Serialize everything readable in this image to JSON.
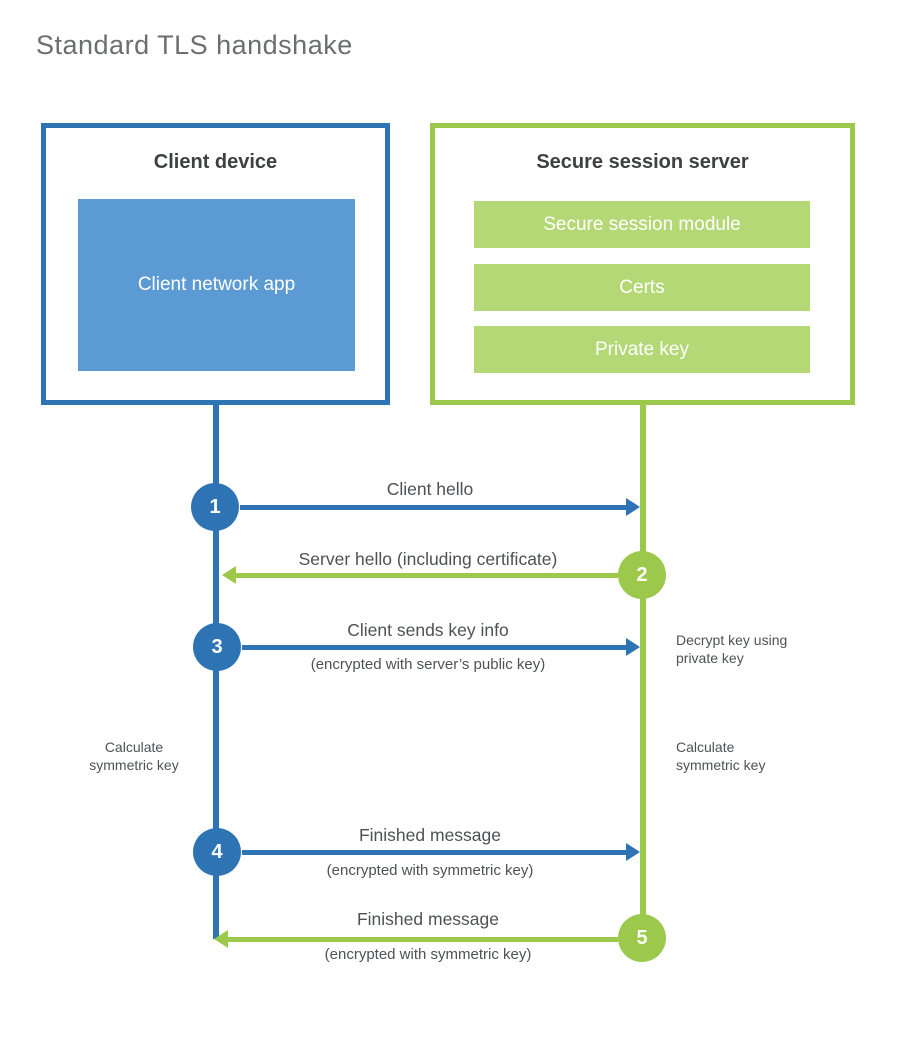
{
  "title": "Standard TLS handshake",
  "colors": {
    "client_accent": "#2e74b5",
    "client_fill": "#5b9ad2",
    "server_accent": "#9cc94c",
    "server_fill": "#b5d876",
    "heading_text": "#3f4041",
    "body_text": "#4f5154",
    "title_text": "#6d6e70"
  },
  "client": {
    "heading": "Client device",
    "app_label": "Client network app"
  },
  "server": {
    "heading": "Secure session server",
    "modules": [
      {
        "label": "Secure session module"
      },
      {
        "label": "Certs"
      },
      {
        "label": "Private key"
      }
    ]
  },
  "steps": [
    {
      "num": "1",
      "from": "client",
      "direction": "right",
      "label": "Client hello",
      "sublabel": ""
    },
    {
      "num": "2",
      "from": "server",
      "direction": "left",
      "label": "Server hello (including certificate)",
      "sublabel": ""
    },
    {
      "num": "3",
      "from": "client",
      "direction": "right",
      "label": "Client sends key info",
      "sublabel": "(encrypted with server’s public key)"
    },
    {
      "num": "4",
      "from": "client",
      "direction": "right",
      "label": "Finished message",
      "sublabel": "(encrypted with symmetric key)"
    },
    {
      "num": "5",
      "from": "server",
      "direction": "left",
      "label": "Finished message",
      "sublabel": "(encrypted with symmetric key)"
    }
  ],
  "annotations": {
    "decrypt_note": "Decrypt key using\nprivate key",
    "calc_left": "Calculate\nsymmetric key",
    "calc_right": "Calculate\nsymmetric key"
  }
}
